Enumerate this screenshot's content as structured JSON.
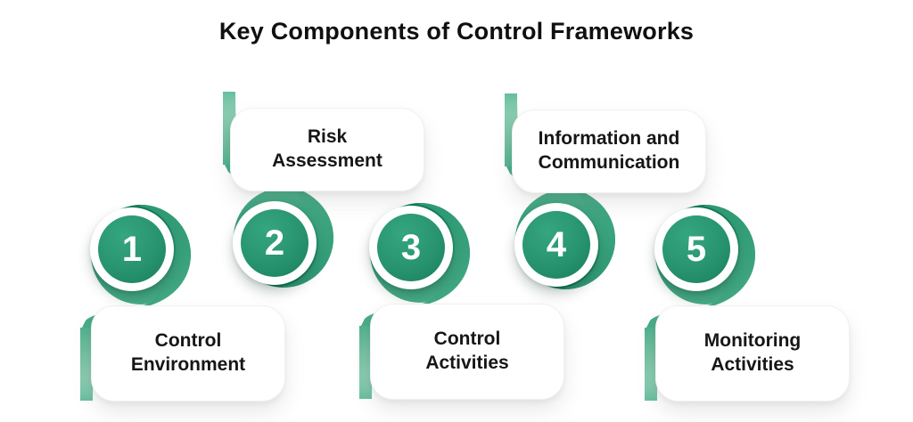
{
  "title": "Key Components of Control Frameworks",
  "accent": {
    "green_dark": "#0e7c58",
    "green": "#2e9a74",
    "green_light": "#57b793",
    "badge_text": "#ffffff",
    "label_text": "#161616"
  },
  "steps": [
    {
      "number": "1",
      "label": "Control Environment",
      "lines": [
        "Control",
        "Environment"
      ],
      "label_position": "below"
    },
    {
      "number": "2",
      "label": "Risk Assessment",
      "lines": [
        "Risk",
        "Assessment"
      ],
      "label_position": "above"
    },
    {
      "number": "3",
      "label": "Control Activities",
      "lines": [
        "Control",
        "Activities"
      ],
      "label_position": "below"
    },
    {
      "number": "4",
      "label": "Information and Communication",
      "lines": [
        "Information and",
        "Communication"
      ],
      "label_position": "above"
    },
    {
      "number": "5",
      "label": "Monitoring Activities",
      "lines": [
        "Monitoring",
        "Activities"
      ],
      "label_position": "below"
    }
  ]
}
